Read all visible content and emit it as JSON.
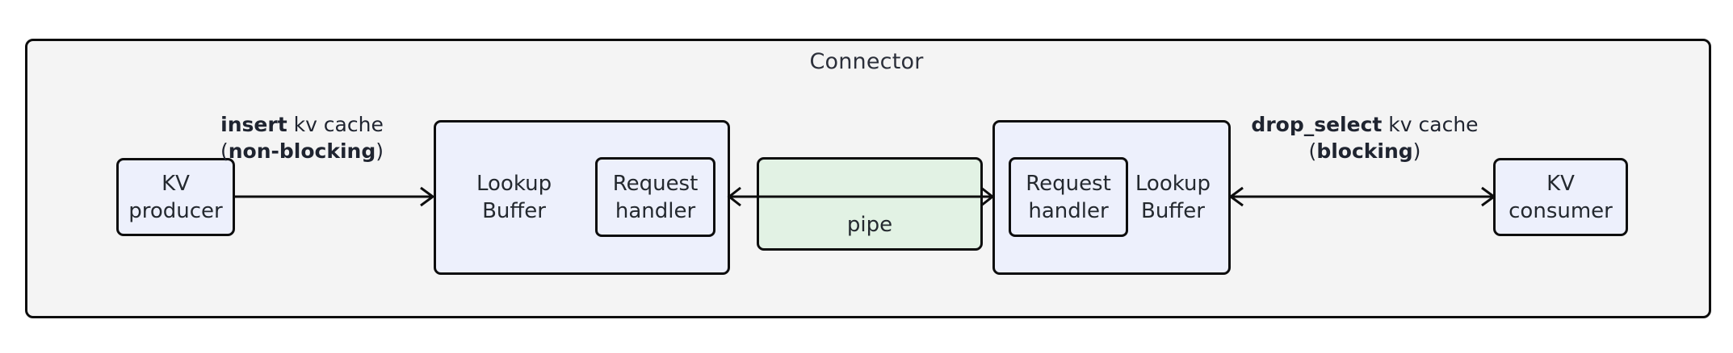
{
  "diagram": {
    "title": "Connector",
    "background": "#f4f4f4",
    "node_fill": "#edf0fc",
    "pipe_fill": "#e2f2e4",
    "stroke": "#0d0d0d"
  },
  "nodes": {
    "kv_producer": "KV\nproducer",
    "lookup_buffer_left": "Lookup\nBuffer",
    "request_handler_left": "Request\nhandler",
    "pipe": "pipe",
    "request_handler_right": "Request\nhandler",
    "lookup_buffer_right": "Lookup\nBuffer",
    "kv_consumer": "KV\nconsumer"
  },
  "edges": {
    "insert": {
      "line1_bold": "insert",
      "line1_rest": " kv cache",
      "line2_open": "(",
      "line2_bold": "non-blocking",
      "line2_close": ")",
      "direction": "right"
    },
    "pipe_link": {
      "direction": "bidirectional"
    },
    "drop_select": {
      "line1_bold": "drop_select",
      "line1_rest": " kv cache",
      "line2_open": "(",
      "line2_bold": "blocking",
      "line2_close": ")",
      "direction": "bidirectional"
    }
  }
}
